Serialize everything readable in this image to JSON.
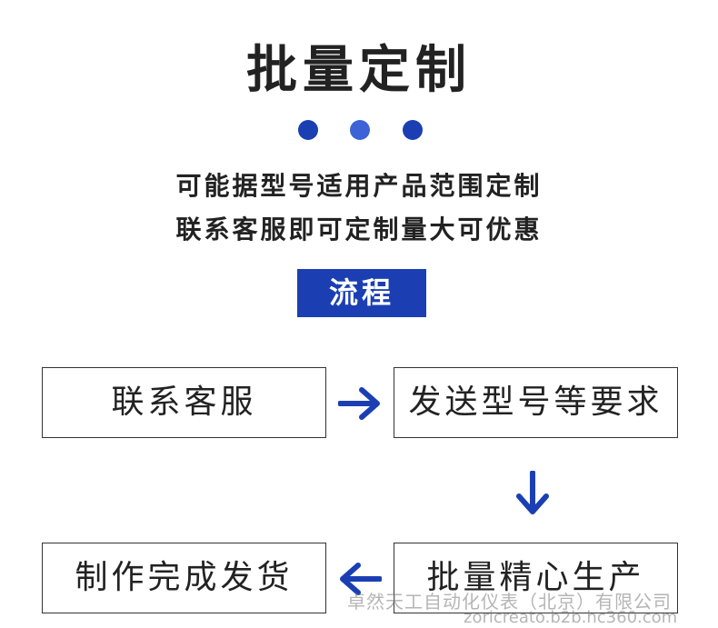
{
  "header": {
    "title": "批量定制",
    "line1": "可能据型号适用产品范围定制",
    "line2": "联系客服即可定制量大可优惠"
  },
  "flow": {
    "label": "流程",
    "steps": [
      "联系客服",
      "发送型号等要求",
      "批量精心生产",
      "制作完成发货"
    ]
  },
  "colors": {
    "accent": "#1b3fb3",
    "dot_light": "#3d63d6",
    "arrow": "#1b3fb3"
  },
  "watermark": {
    "company": "卓然天工自动化仪表（北京）有限公司",
    "domain": "zoricreato.b2b.hc360.com"
  }
}
